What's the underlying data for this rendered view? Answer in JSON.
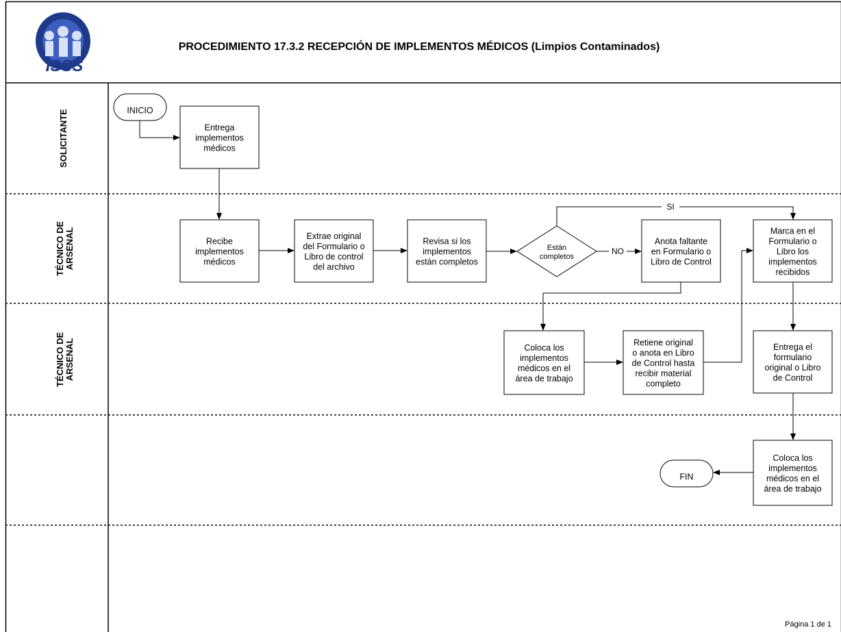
{
  "header": {
    "title": "PROCEDIMIENTO 17.3.2 RECEPCIÓN DE IMPLEMENTOS MÉDICOS (Limpios Contaminados)",
    "logo_text": "ISSS"
  },
  "lanes": [
    {
      "label": "SOLICITANTE"
    },
    {
      "label": "TÉCNICO DE\nARSENAL"
    },
    {
      "label": "TÉCNICO DE\nARSENAL"
    },
    {
      "label": ""
    },
    {
      "label": ""
    }
  ],
  "nodes": {
    "inicio": {
      "text": "INICIO"
    },
    "entrega": {
      "text": "Entrega\nimplementos\nmédicos"
    },
    "recibe": {
      "text": "Recibe\nimplementos\nmédicos"
    },
    "extrae": {
      "text": "Extrae original\ndel Formulario o\nLibro de control\ndel archivo"
    },
    "revisa": {
      "text": "Revisa si los\nimplementos\nestán completos"
    },
    "decision": {
      "text": "Están\ncompletos"
    },
    "anota": {
      "text": "Anota faltante\nen Formulario o\nLibro de Control"
    },
    "marca": {
      "text": "Marca en el\nFormulario o\nLibro los\nimplementos\nrecibidos"
    },
    "coloca1": {
      "text": "Coloca los\nimplementos\nmédicos en el\nárea de trabajo"
    },
    "retiene": {
      "text": "Retiene original\no anota en Libro\nde Control hasta\nrecibir material\ncompleto"
    },
    "entrega2": {
      "text": "Entrega el\nformulario\noriginal o Libro\nde Control"
    },
    "coloca2": {
      "text": "Coloca los\nimplementos\nmédicos en el\nárea de trabajo"
    },
    "fin": {
      "text": "FIN"
    }
  },
  "edge_labels": {
    "si": "SI",
    "no": "NO"
  },
  "footer": {
    "page": "Página 1 de 1"
  }
}
